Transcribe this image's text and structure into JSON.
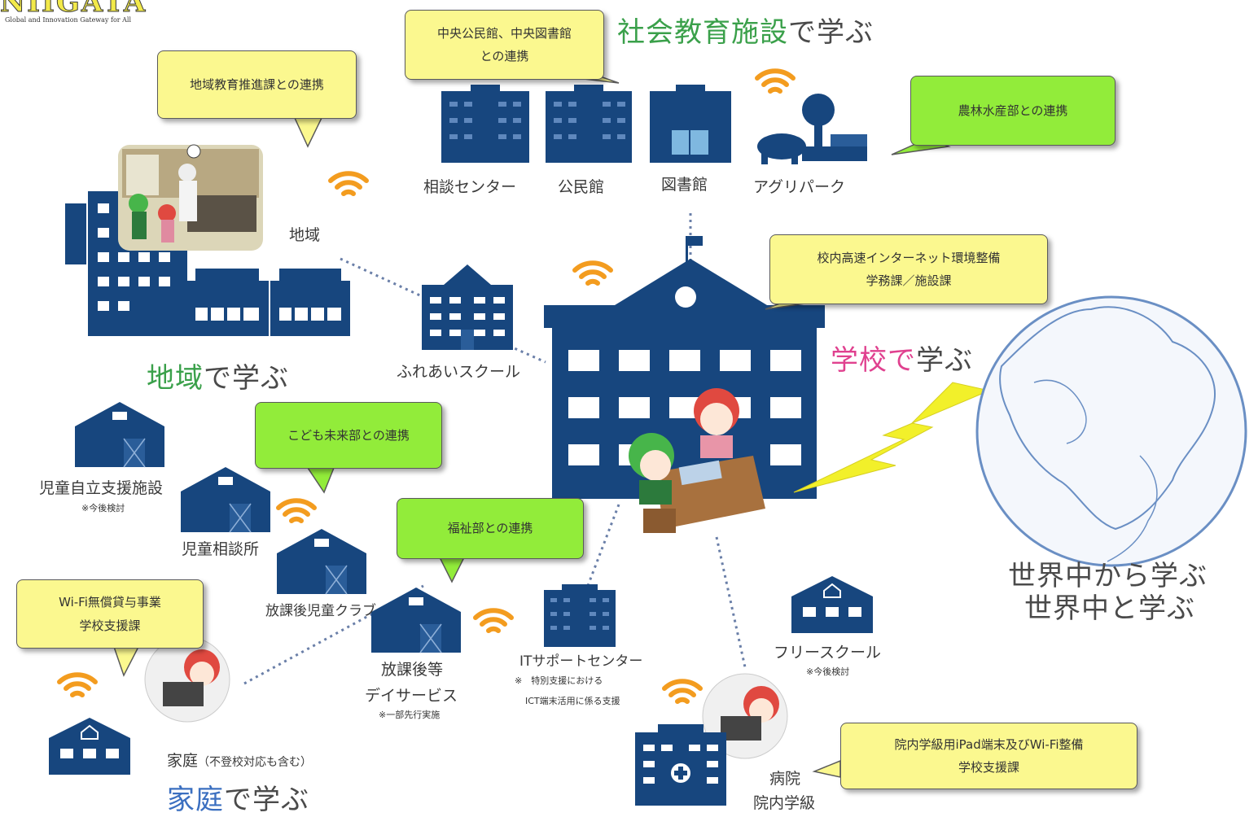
{
  "logo": {
    "title": "NIIGATA",
    "subtitle": "Global and Innovation Gateway for All"
  },
  "sections": {
    "social": {
      "colored": "社会教育施設",
      "rest": "で学ぶ",
      "color": "#3aa04a"
    },
    "region": {
      "colored": "地域",
      "rest": "で学ぶ",
      "color": "#3aa04a"
    },
    "school": {
      "colored": "学校で",
      "rest": "学ぶ",
      "color": "#e0418f"
    },
    "home": {
      "colored": "家庭",
      "rest": "で学ぶ",
      "color": "#3b6fc0"
    },
    "world_1": "世界中から学ぶ",
    "world_2": "世界中と学ぶ"
  },
  "bubbles": {
    "central": [
      "中央公民館、中央図書館",
      "との連携"
    ],
    "region_promo": "地域教育推進課との連携",
    "agri": "農林水産部との連携",
    "school_net": [
      "校内高速インターネット環境整備",
      "学務課／施設課"
    ],
    "kodomo": "こども未来部との連携",
    "welfare": "福祉部との連携",
    "wifi_loan": [
      "Wi-Fi無償貸与事業",
      "学校支援課"
    ],
    "hospital": [
      "院内学級用iPad端末及びWi-Fi整備",
      "学校支援課"
    ]
  },
  "facilities": {
    "soudan": "相談センター",
    "kominkan": "公民館",
    "toshokan": "図書館",
    "agripark": "アグリパーク",
    "chiiki": "地域",
    "fureai": "ふれあいスクール",
    "jido_jiritsu": "児童自立支援施設",
    "jido_jiritsu_note": "※今後検討",
    "jido_soudan": "児童相談所",
    "houkago_club": "放課後児童クラブ",
    "houkago_day_1": "放課後等",
    "houkago_day_2": "デイサービス",
    "houkago_day_note": "※一部先行実施",
    "it_support": "ITサポートセンター",
    "it_note_1": "※　特別支援における",
    "it_note_2": "ICT端末活用に係る支援",
    "free_school": "フリースクール",
    "free_school_note": "※今後検討",
    "home": "家庭",
    "home_note": "（不登校対応も含む）",
    "hospital": "病院",
    "hospital_class": "院内学級"
  },
  "colors": {
    "building": "#17467e",
    "wifi": "#f39c1f",
    "bolt": "#f2f02a",
    "globe": "#6a8fc4"
  }
}
